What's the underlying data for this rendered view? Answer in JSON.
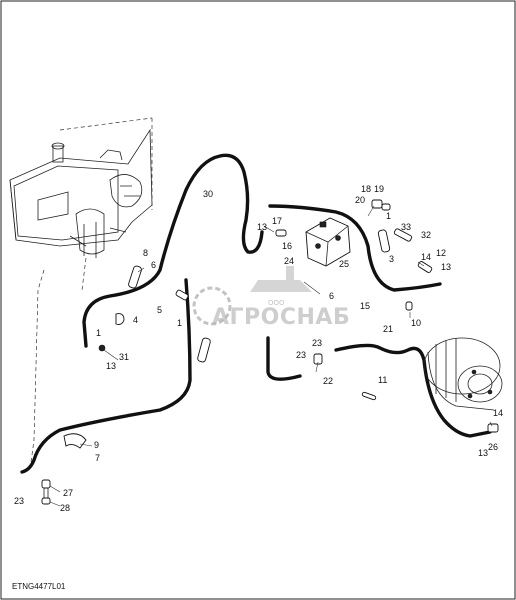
{
  "figure_code": "ETNG4477L01",
  "watermark": {
    "company_prefix": "ООО",
    "company_name": "АГРОСНАБ"
  },
  "callouts": [
    "30",
    "18",
    "19",
    "20",
    "1",
    "33",
    "32",
    "13",
    "17",
    "16",
    "24",
    "25",
    "8",
    "6",
    "14",
    "12",
    "13",
    "3",
    "5",
    "4",
    "1",
    "1",
    "6",
    "15",
    "10",
    "21",
    "23",
    "23",
    "31",
    "13",
    "22",
    "11",
    "14",
    "26",
    "13",
    "9",
    "7",
    "27",
    "23",
    "28"
  ]
}
